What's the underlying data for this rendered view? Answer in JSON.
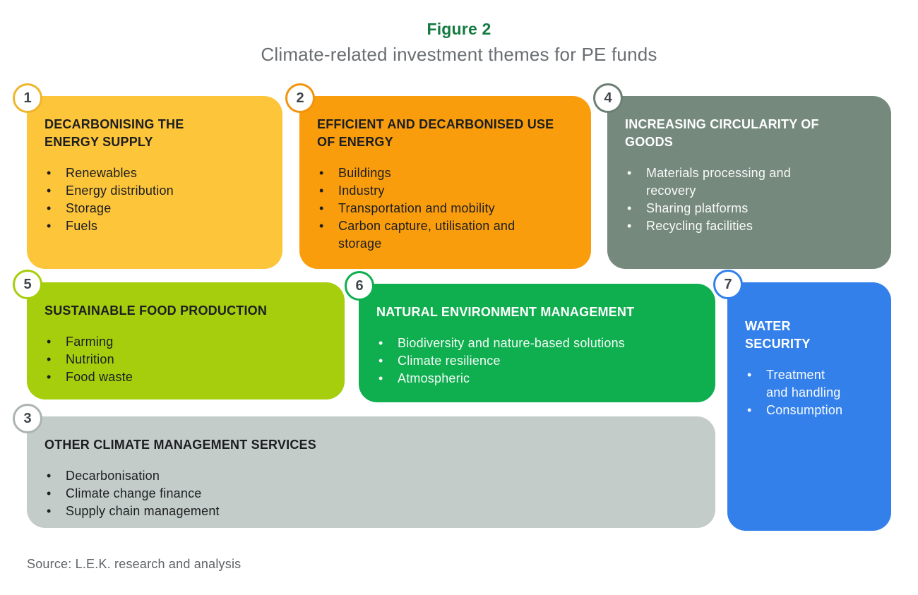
{
  "figure": {
    "label": "Figure 2",
    "title": "Climate-related investment themes for PE funds",
    "source": "Source: L.E.K. research and analysis"
  },
  "colors": {
    "figure_label": "#157A41",
    "subtitle_text": "#6A6E71",
    "source_text": "#5F6468",
    "badge_number": "#40454A"
  },
  "themes": [
    {
      "number": "1",
      "title": "DECARBONISING THE ENERGY SUPPLY",
      "items": [
        "Renewables",
        "Energy distribution",
        "Storage",
        "Fuels"
      ],
      "color": "#FDC53A",
      "badge_border": "#EFB52E"
    },
    {
      "number": "2",
      "title": "EFFICIENT AND DECARBONISED USE OF ENERGY",
      "items": [
        "Buildings",
        "Industry",
        "Transportation and mobility",
        "Carbon capture, utilisation and storage"
      ],
      "color": "#FA9D0D",
      "badge_border": "#F0950D"
    },
    {
      "number": "4",
      "title": "INCREASING CIRCULARITY OF GOODS",
      "items": [
        "Materials processing and recovery",
        "Sharing platforms",
        "Recycling facilities"
      ],
      "color": "#75897D",
      "badge_border": "#6B7F72"
    },
    {
      "number": "5",
      "title": "SUSTAINABLE FOOD PRODUCTION",
      "items": [
        "Farming",
        "Nutrition",
        "Food waste"
      ],
      "color": "#A6CE0D",
      "badge_border": "#A6CE0D"
    },
    {
      "number": "6",
      "title": "NATURAL ENVIRONMENT MANAGEMENT",
      "items": [
        "Biodiversity and nature-based solutions",
        "Climate resilience",
        "Atmospheric"
      ],
      "color": "#0FAE4F",
      "badge_border": "#0FAE4F"
    },
    {
      "number": "7",
      "title": "WATER SECURITY",
      "items": [
        "Treatment and handling",
        "Consumption"
      ],
      "color": "#3380EA",
      "badge_border": "#3380EA"
    },
    {
      "number": "3",
      "title": "OTHER CLIMATE MANAGEMENT SERVICES",
      "items": [
        "Decarbonisation",
        "Climate change finance",
        "Supply chain management"
      ],
      "color": "#C4CCCA",
      "badge_border": "#ABB4B1"
    }
  ]
}
